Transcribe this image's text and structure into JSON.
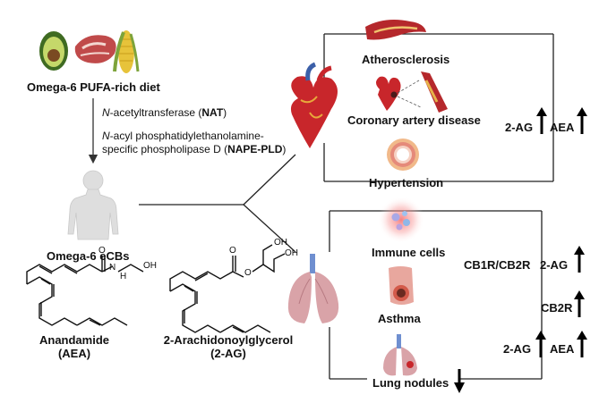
{
  "diet": {
    "title": "Omega-6 PUFA-rich diet"
  },
  "enzymes": {
    "nat_prefix": "N",
    "nat_text": "-acetyltransferase (",
    "nat_abbr": "NAT",
    "nat_close": ")",
    "napepld_prefix": "N",
    "napepld_text_line1": "-acyl phosphatidylethanolamine-",
    "napepld_text_line2": "specific phospholipase D (",
    "napepld_abbr": "NAPE-PLD",
    "napepld_close": ")"
  },
  "ecbs": {
    "title": "Omega-6 eCBs"
  },
  "molecules": {
    "aea_line1": "Anandamide",
    "aea_line2": "(AEA)",
    "twoag_line1": "2-Arachidonoylglycerol",
    "twoag_line2": "(2-AG)",
    "oh_label": "OH",
    "nh_label": "N",
    "h_label": "H",
    "o_label": "O"
  },
  "cardio": {
    "items": [
      "Atherosclerosis",
      "Coronary artery disease",
      "Hypertension"
    ],
    "markers": [
      "2-AG",
      "AEA"
    ]
  },
  "lung": {
    "items": [
      "Immune cells",
      "Asthma",
      "Lung nodules"
    ],
    "markers_row1": [
      "CB1R/CB2R",
      "2-AG"
    ],
    "markers_row2": [
      "CB2R"
    ],
    "markers_row3": [
      "2-AG",
      "AEA"
    ]
  },
  "colors": {
    "heart_red": "#c8262b",
    "artery_red": "#b5282c",
    "lung_pink": "#d9a3a8",
    "body_gray": "#dcdcdc",
    "avocado_green": "#4d7a2a",
    "corn_yellow": "#e7c33a"
  }
}
